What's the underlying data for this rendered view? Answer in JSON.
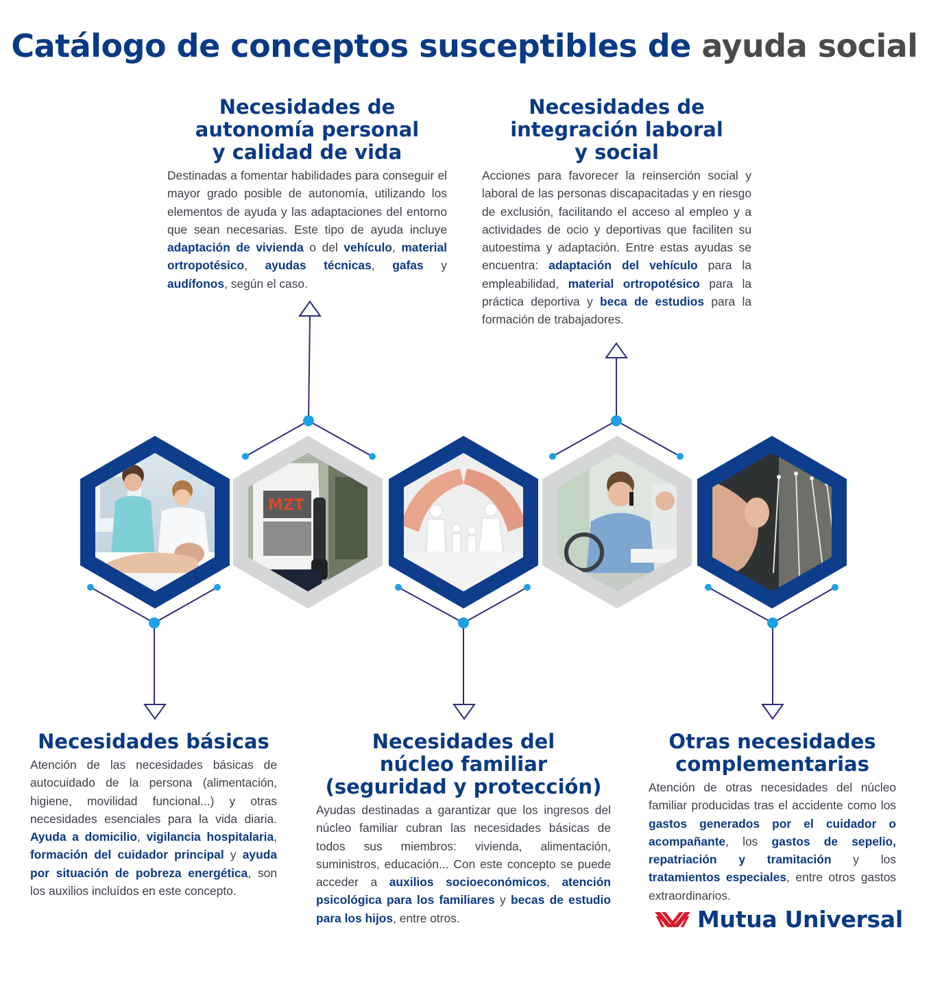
{
  "title": {
    "part1": "Catálogo de conceptos susceptibles de",
    "part2": "ayuda social"
  },
  "sections": {
    "autonomia": {
      "title_lines": [
        "Necesidades de",
        "autonomía personal",
        "y calidad de vida"
      ],
      "t1": "Destinadas a fomentar habilidades para conseguir el mayor grado posible de autonomía, utilizando los elementos de ayuda y las adaptaciones del entorno que sean necesarias. Este tipo de ayuda incluye ",
      "b1": "adaptación de vivienda",
      "t2": " o del ",
      "b2": "vehículo",
      "t3": ", ",
      "b3": "material ortropotésico",
      "t4": ", ",
      "b4": "ayudas técnicas",
      "t5": ", ",
      "b5": "gafas",
      "t6": " y ",
      "b6": "audífonos",
      "t7": ", según el caso."
    },
    "integracion": {
      "title_lines": [
        "Necesidades de",
        "integración laboral",
        "y social"
      ],
      "t1": "Acciones para favorecer la reinserción social y laboral de las personas discapacitadas y en riesgo de exclusión, facilitando el acceso al empleo y a actividades de ocio y deportivas que faciliten su autoestima y adaptación. Entre estas ayudas se encuentra: ",
      "b1": "adaptación del vehículo",
      "t2": " para la empleabilidad, ",
      "b2": "material ortropotésico",
      "t3": " para la práctica deportiva y ",
      "b3": "beca de estudios",
      "t4": " para la formación de trabajadores."
    },
    "basicas": {
      "title_lines": [
        "Necesidades básicas"
      ],
      "t1": "Atención de las necesidades básicas de autocuidado de la persona (alimentación, higiene, movilidad funcional...) y otras necesidades esenciales para la vida diaria. ",
      "b1": "Ayuda a domicilio",
      "t2": ", ",
      "b2": "vigilancia hospitalaria",
      "t3": ", ",
      "b3": "formación del cuidador principal",
      "t4": " y ",
      "b4": "ayuda por situación de pobreza energética",
      "t5": ", son los auxilios incluídos en este concepto."
    },
    "familiar": {
      "title_lines": [
        "Necesidades del",
        "núcleo familiar",
        "(seguridad y protección)"
      ],
      "t1": "Ayudas destinadas a garantizar que los ingresos del núcleo familiar cubran las necesidades básicas de todos sus miembros: vivienda, alimentación, suministros, educación... Con este concepto se puede acceder a ",
      "b1": "auxilios socioeconómicos",
      "t2": ", ",
      "b2": "atención psicológica para los familiares",
      "t3": " y ",
      "b3": "becas de estudio para los hijos",
      "t4": ", entre otros."
    },
    "otras": {
      "title_lines": [
        "Otras necesidades",
        "complementarias"
      ],
      "t1": "Atención de otras necesidades del núcleo familiar producidas tras el accidente como los ",
      "b1": "gastos generados por el cuidador o acompañante",
      "t2": ", los ",
      "b2": "gastos de sepelio, repatriación y tramitación",
      "t3": " y los ",
      "b3": "tratamientos especiales",
      "t4": ", entre otros gastos extraordinarios."
    }
  },
  "hexagons": [
    {
      "photo": "medical-care-photo",
      "frame": "blue"
    },
    {
      "photo": "prosthetic-arm-photo",
      "frame": "grey"
    },
    {
      "photo": "family-protection-hands-photo",
      "frame": "blue"
    },
    {
      "photo": "wheelchair-worker-photo",
      "frame": "grey"
    },
    {
      "photo": "acupuncture-photo",
      "frame": "blue"
    }
  ],
  "logo": {
    "text": "Mutua Universal"
  },
  "colors": {
    "brand_blue": "#0a3a84",
    "hex_blue": "#0e3d8c",
    "hex_grey": "#d5d6d8",
    "dot_blue": "#1ea1e4",
    "line_navy": "#2c2e7a",
    "logo_red": "#d61a2c"
  }
}
